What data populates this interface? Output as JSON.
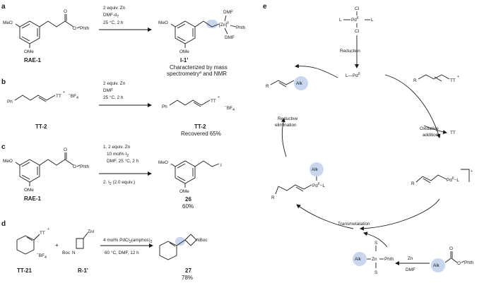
{
  "panel_a": {
    "label": "a",
    "cond1": "2 equiv. Zn",
    "cond2": "DMF-d",
    "cond2_sub": "7",
    "cond3": "25 °C, 2 h",
    "reactant_name": "RAE-1",
    "product_name": "I-1'",
    "note1": "Characterized by mass",
    "note2": "spectrometry",
    "note2_sup": "a",
    "note2_end": " and NMR",
    "ome_top": "MeO",
    "ome_bottom": "OMe",
    "ophth": "O",
    "phth": "Phth",
    "zn": "[Zn]",
    "zn_sup": "II",
    "dmf": "DMF",
    "o": "O"
  },
  "panel_b": {
    "label": "b",
    "cond1": "2 equiv. Zn",
    "cond2": "DMF",
    "cond3": "25 °C, 2 h",
    "reactant_name": "TT-2",
    "product_name": "TT-2",
    "recovered": "Recovered 65%",
    "ph": "Ph",
    "tt": "TT",
    "plus": "+",
    "bf4": "BF",
    "bf4_sub": "4",
    "minus": "−"
  },
  "panel_c": {
    "label": "c",
    "cond1": "1. 2 equiv. Zn",
    "cond2": "10 mol% I",
    "cond2_sub": "2",
    "cond3": "DMF, 25 °C, 2 h",
    "cond4": "2. I",
    "cond4_sub": "2",
    "cond4_end": " (2.0 equiv.)",
    "reactant_name": "RAE-1",
    "product_name": "26",
    "yield": "60%",
    "iodo": "I"
  },
  "panel_d": {
    "label": "d",
    "cond1": "4 mol% PdCl",
    "cond1_sub": "2",
    "cond1_end": "(amphos)",
    "cond1_sub2": "2",
    "cond2": "60 °C, DMF, 12 h",
    "plus": "+",
    "r1_name": "TT-21",
    "r2_name": "R-1'",
    "product_name": "27",
    "yield": "78%",
    "znI": "ZnI",
    "boc": "Boc",
    "nboc": "NBoc",
    "n": "N"
  },
  "panel_e": {
    "label": "e",
    "pd_cl": "Cl",
    "pd_l": "L",
    "pd": "Pd",
    "pd_sup_ii": "II",
    "pd_sup_0": "0",
    "reduction": "Reduction",
    "lpd0": "L—Pd",
    "r": "R",
    "alk": "Alk",
    "reductive1": "Reductive",
    "reductive2": "elimination",
    "oxidative1": "Oxidative",
    "oxidative2": "addition",
    "tt": "TT",
    "transmetalation": "Transmetalation",
    "s": "S",
    "zn": "Zn",
    "zn_cond": "Zn",
    "dmf": "DMF",
    "phth": "Phth",
    "plus": "+"
  }
}
